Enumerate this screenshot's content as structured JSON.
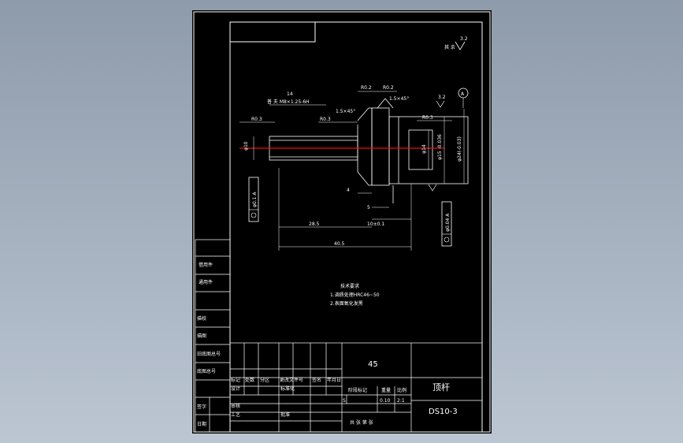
{
  "drawing": {
    "surface_finish_general": "其 余",
    "surface_finish_value": "3.2",
    "dims": {
      "d14": "14",
      "thread": "普 夫 M8×1.25-6H",
      "r03a": "R0.3",
      "r03b": "R0.3",
      "r03c": "R0.3",
      "r02a": "R0.2",
      "r02b": "R0.2",
      "chamfer1": "1.5×45°",
      "chamfer2": "1.5×45°",
      "phi10": "φ10",
      "phi14": "φ14",
      "phi15": "φ15 -0.036",
      "phi24": "φ24(-0.03)",
      "d4": "4",
      "d5": "5",
      "d10": "10±0.1",
      "d28": "28.5",
      "d40": "40.5",
      "ra_top": "3.2",
      "datum_a": "A",
      "tol_left": "φ0.1 A",
      "tol_right": "φ0.04 A"
    },
    "notes_title": "技术要求",
    "notes": [
      "1.调质处理HRC46~50",
      "2.表面氧化发黑"
    ]
  },
  "title_block": {
    "material": "45",
    "part_name": "顶杆",
    "drawing_no": "DS10-3",
    "scale_row_headers": [
      "阶段标记",
      "重量",
      "比例"
    ],
    "scale_row_values": [
      "S",
      "0.10",
      "2:1"
    ],
    "bottom_row": "共  张   第  张",
    "rev_headers": [
      "标记",
      "处数",
      "分区",
      "更改文件号",
      "签名",
      "年月日"
    ],
    "sign_rows": [
      "设计",
      "审核",
      "工艺"
    ],
    "sign_extra": [
      "标准化",
      "批准"
    ],
    "left_labels": [
      "借用件",
      "通用件",
      "旧底图总号",
      "底图总号",
      "签字",
      "日期",
      "描图",
      "描校"
    ]
  }
}
